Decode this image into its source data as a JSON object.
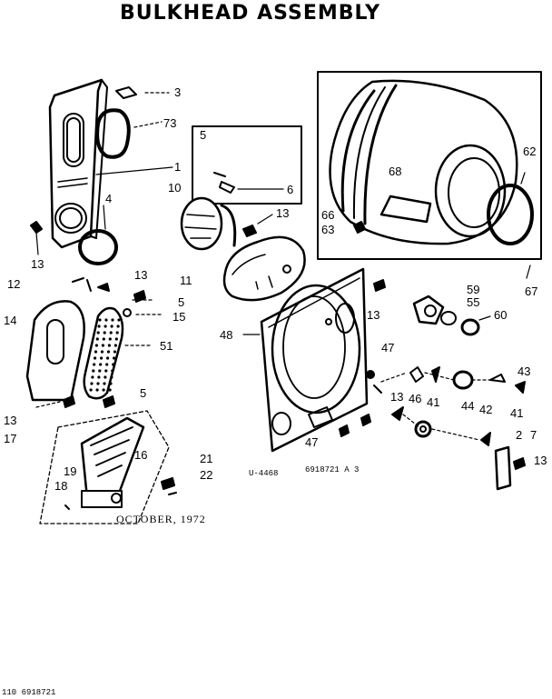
{
  "title": "BULKHEAD ASSEMBLY",
  "date": "OCTOBER, 1972",
  "footer_code": "110 6918721",
  "stamp_left": "U-4468",
  "stamp_mid": "6918721 A 3",
  "callouts": {
    "c3": "3",
    "c73": "73",
    "c1": "1",
    "c4": "4",
    "c13a": "13",
    "c5a": "5",
    "c6": "6",
    "c10": "10",
    "c13b": "13",
    "c11": "11",
    "c12": "12",
    "c13c": "13",
    "c5b": "5",
    "c15": "15",
    "c14": "14",
    "c51": "51",
    "c5c": "5",
    "c13d": "13",
    "c17": "17",
    "c16": "16",
    "c19": "19",
    "c18": "18",
    "c21": "21",
    "c22": "22",
    "c68": "68",
    "c62": "62",
    "c66": "66",
    "c63": "63",
    "c67": "67",
    "c48": "48",
    "c13e": "13",
    "c59": "59",
    "c55": "55",
    "c60": "60",
    "c47a": "47",
    "c13f": "13",
    "c46": "46",
    "c41a": "41",
    "c44": "44",
    "c42": "42",
    "c43": "43",
    "c41b": "41",
    "c47b": "47",
    "c2": "2",
    "c7": "7",
    "c13g": "13"
  }
}
